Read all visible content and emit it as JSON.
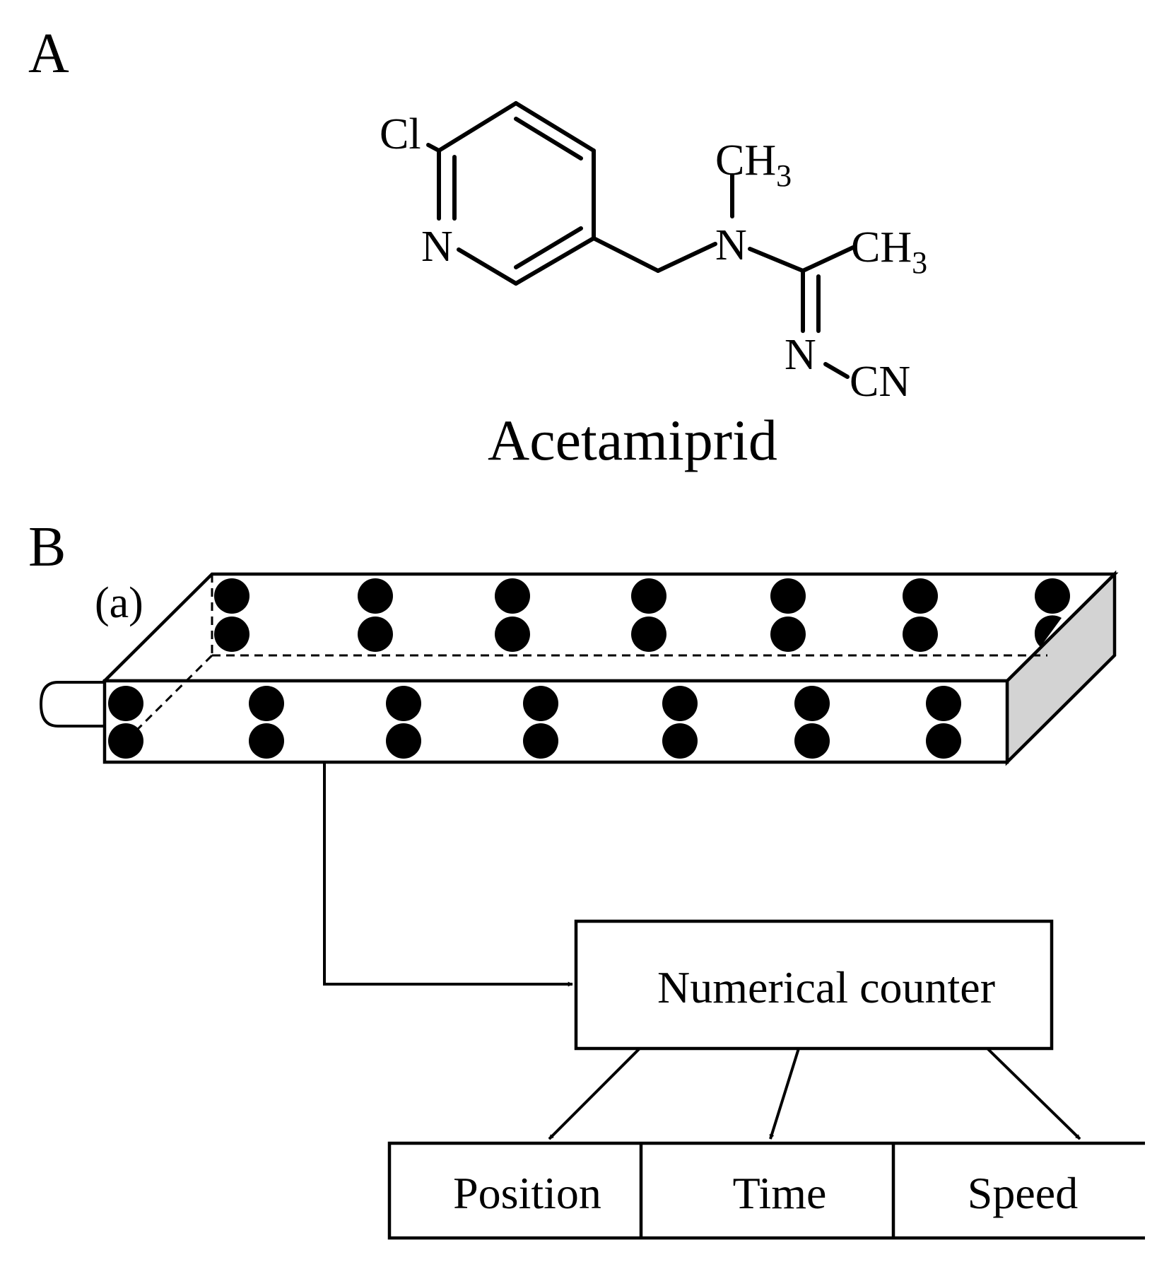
{
  "panel_a": {
    "label": "A",
    "compound_name": "Acetamiprid",
    "atoms": {
      "cl": "Cl",
      "n_ring": "N",
      "n_amine": "N",
      "n_imine": "N",
      "ch3_top": "CH",
      "ch3_top_sub": "3",
      "ch3_right": "CH",
      "ch3_right_sub": "3",
      "cn": "CN"
    }
  },
  "panel_b": {
    "label": "B",
    "sensor_label": "(a)",
    "counter_label": "Numerical counter",
    "outputs": [
      "Position",
      "Time",
      "Speed"
    ]
  },
  "colors": {
    "ink": "#000000",
    "side_face": "#d3d3d3"
  }
}
